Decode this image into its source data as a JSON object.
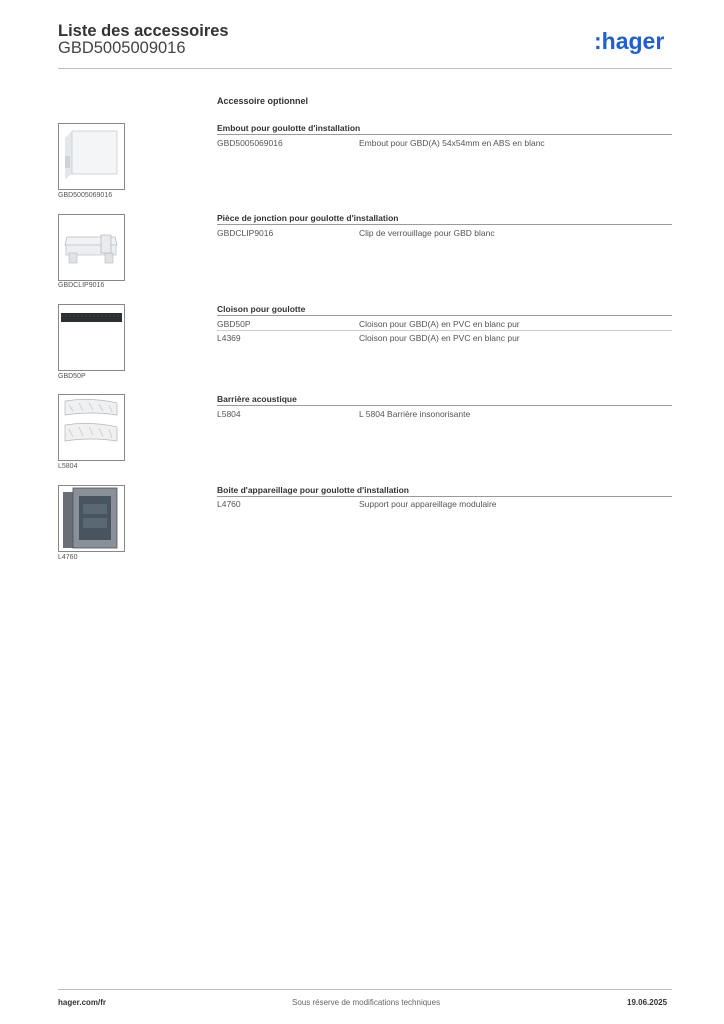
{
  "header": {
    "title": "Liste des accessoires",
    "subtitle": "GBD5005009016",
    "logo_text": ":hager",
    "brand_color": "#1f5fd6"
  },
  "section_title": "Accessoire optionnel",
  "groups": [
    {
      "title": "Embout pour goulotte d'installation",
      "image_label": "GBD5005069016",
      "image_icon": "end-cap-image",
      "rows": [
        {
          "code": "GBD5005069016",
          "description": "Embout pour GBD(A) 54x54mm en ABS en blanc"
        }
      ]
    },
    {
      "title": "Pièce de jonction pour goulotte d'installation",
      "image_label": "GBDCLIP9016",
      "image_icon": "joint-clip-image",
      "rows": [
        {
          "code": "GBDCLIP9016",
          "description": "Clip de verrouillage pour GBD blanc"
        }
      ]
    },
    {
      "title": "Cloison pour goulotte",
      "image_label": "GBD50P",
      "image_icon": "partition-image",
      "rows": [
        {
          "code": "GBD50P",
          "description": "Cloison pour GBD(A) en PVC en blanc pur"
        },
        {
          "code": "L4369",
          "description": "Cloison pour GBD(A) en PVC en blanc pur"
        }
      ]
    },
    {
      "title": "Barrière acoustique",
      "image_label": "L5804",
      "image_icon": "acoustic-barrier-image",
      "rows": [
        {
          "code": "L5804",
          "description": "L 5804 Barrière insonorisante"
        }
      ]
    },
    {
      "title": "Boite d'appareillage pour goulotte d'installation",
      "image_label": "L4760",
      "image_icon": "device-box-image",
      "rows": [
        {
          "code": "L4760",
          "description": "Support pour appareillage modulaire"
        }
      ]
    }
  ],
  "footer": {
    "website": "hager.com/fr",
    "notice": "Sous réserve de modifications techniques",
    "date": "19.06.2025"
  }
}
